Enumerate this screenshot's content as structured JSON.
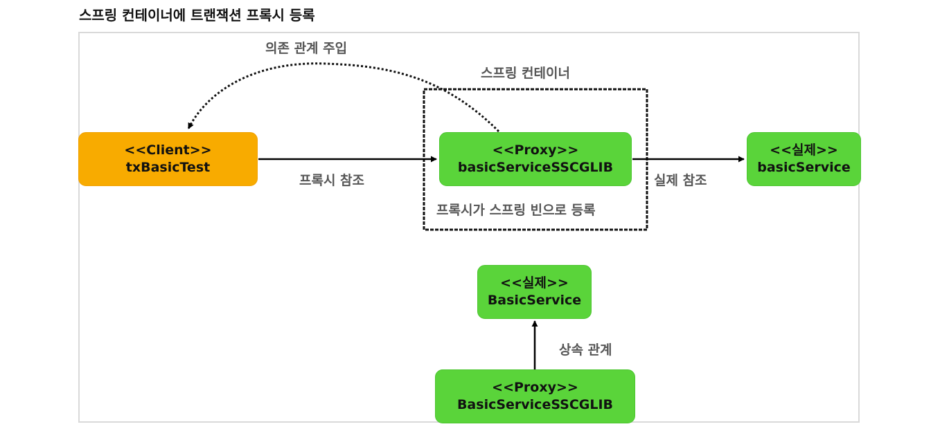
{
  "title": "스프링 컨테이너에 트랜잭션 프록시 등록",
  "colors": {
    "client": "#f8ab00",
    "component": "#5ad43a",
    "label": "#555555",
    "arrow": "#000000"
  },
  "container": {
    "label": "스프링 컨테이너",
    "caption": "프록시가 스프링 빈으로 등록"
  },
  "nodes": {
    "client": {
      "stereotype": "<<Client>>",
      "name": "txBasicTest"
    },
    "proxy": {
      "stereotype": "<<Proxy>>",
      "name": "basicServiceSSCGLIB"
    },
    "real": {
      "stereotype": "<<실제>>",
      "name": "basicService"
    },
    "real_class": {
      "stereotype": "<<실제>>",
      "name": "BasicService"
    },
    "proxy_class": {
      "stereotype": "<<Proxy>>",
      "name": "BasicServiceSSCGLIB"
    }
  },
  "edges": {
    "dependency_injection": "의존 관계 주입",
    "proxy_reference": "프록시 참조",
    "real_reference": "실제 참조",
    "inheritance": "상속 관계"
  }
}
